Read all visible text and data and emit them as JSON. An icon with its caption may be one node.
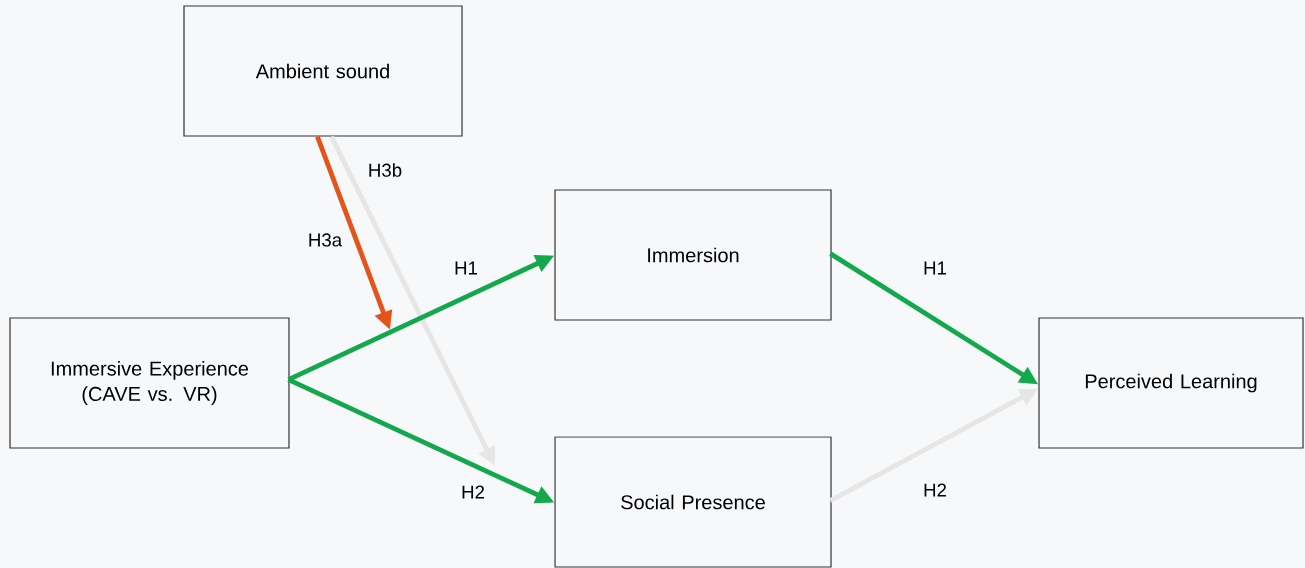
{
  "diagram": {
    "nodes": [
      {
        "text": [
          "Ambient sound"
        ]
      },
      {
        "text": [
          "Immersive Experience (CAVE vs. VR)"
        ]
      },
      {
        "text": [
          "Immersion"
        ]
      },
      {
        "text": [
          "Social Presence"
        ]
      },
      {
        "text": [
          "Perceived Learning"
        ]
      }
    ],
    "edges": [
      {
        "from": 0,
        "to": null,
        "arrow": "to",
        "label": "H3a",
        "color": "#e5531a"
      },
      {
        "from": 0,
        "to": null,
        "arrow": "to",
        "label": "H3b",
        "color": "#e6e6e6"
      },
      {
        "from": 1,
        "to": 2,
        "arrow": "to",
        "label": "H1"
      },
      {
        "from": 1,
        "to": 3,
        "arrow": "to",
        "label": "H2"
      },
      {
        "from": 2,
        "to": 4,
        "arrow": "to",
        "label": "H1"
      },
      {
        "from": 3,
        "to": 4,
        "arrow": "to",
        "label": "H2",
        "color": "#e6e6e6"
      }
    ]
  }
}
